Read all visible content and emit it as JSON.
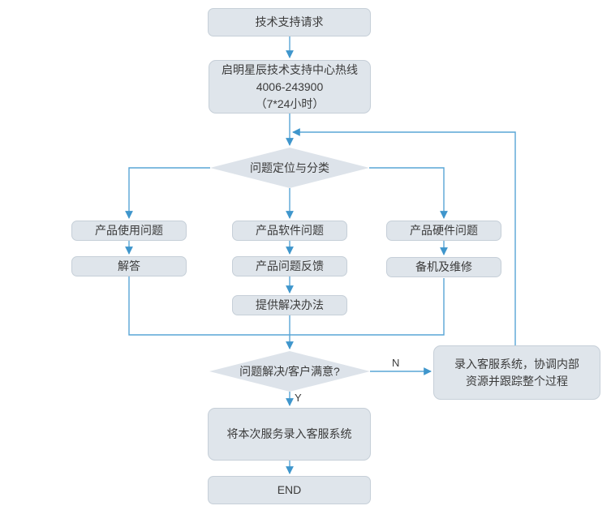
{
  "diagram": {
    "colors": {
      "connector": "#58a6d6",
      "arrowhead": "#3f96cc",
      "node_fill": "#dfe5eb",
      "node_border": "#c6cfd8",
      "text": "#3b3b3b",
      "bg": "#ffffff"
    },
    "nodes": {
      "start": {
        "label": "技术支持请求"
      },
      "hotline": {
        "line1": "启明星辰技术支持中心热线",
        "line2": "4006-243900",
        "line3": "（7*24小时）"
      },
      "classify": {
        "label": "问题定位与分类"
      },
      "usage": {
        "label": "产品使用问题"
      },
      "software": {
        "label": "产品软件问题"
      },
      "hardware": {
        "label": "产品硬件问题"
      },
      "answer": {
        "label": "解答"
      },
      "feedback": {
        "label": "产品问题反馈"
      },
      "repair": {
        "label": "备机及维修"
      },
      "solution": {
        "label": "提供解决办法"
      },
      "satisfied": {
        "label": "问题解决/客户满意?"
      },
      "escalate": {
        "label": "录入客服系统，协调内部资源并跟踪整个过程"
      },
      "record": {
        "label": "将本次服务录入客服系统"
      },
      "end": {
        "label": "END"
      }
    },
    "edge_labels": {
      "no": "N",
      "yes": "Y"
    }
  }
}
